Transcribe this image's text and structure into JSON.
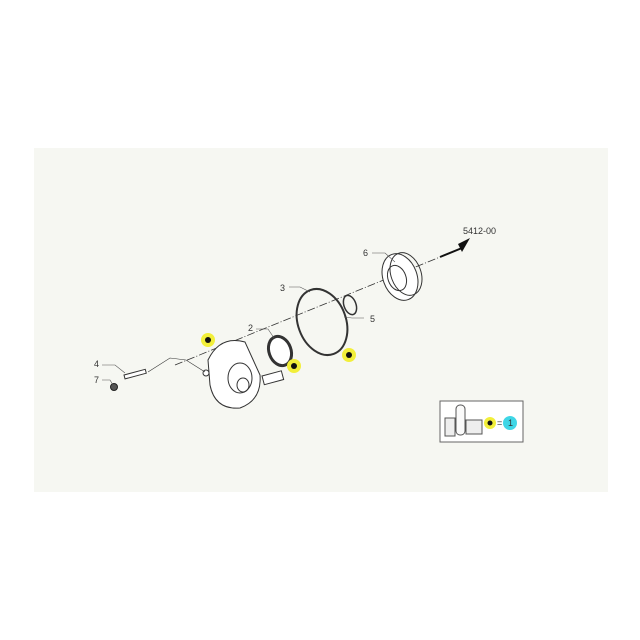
{
  "diagram": {
    "reference": "5412-00",
    "callouts": [
      "1",
      "2",
      "3",
      "4",
      "5",
      "6",
      "7"
    ],
    "legend": {
      "equals": "=",
      "quantity": "1"
    },
    "colors": {
      "highlight": "#f2ef3a",
      "badge": "#3fd6e6",
      "line": "#333333"
    }
  }
}
